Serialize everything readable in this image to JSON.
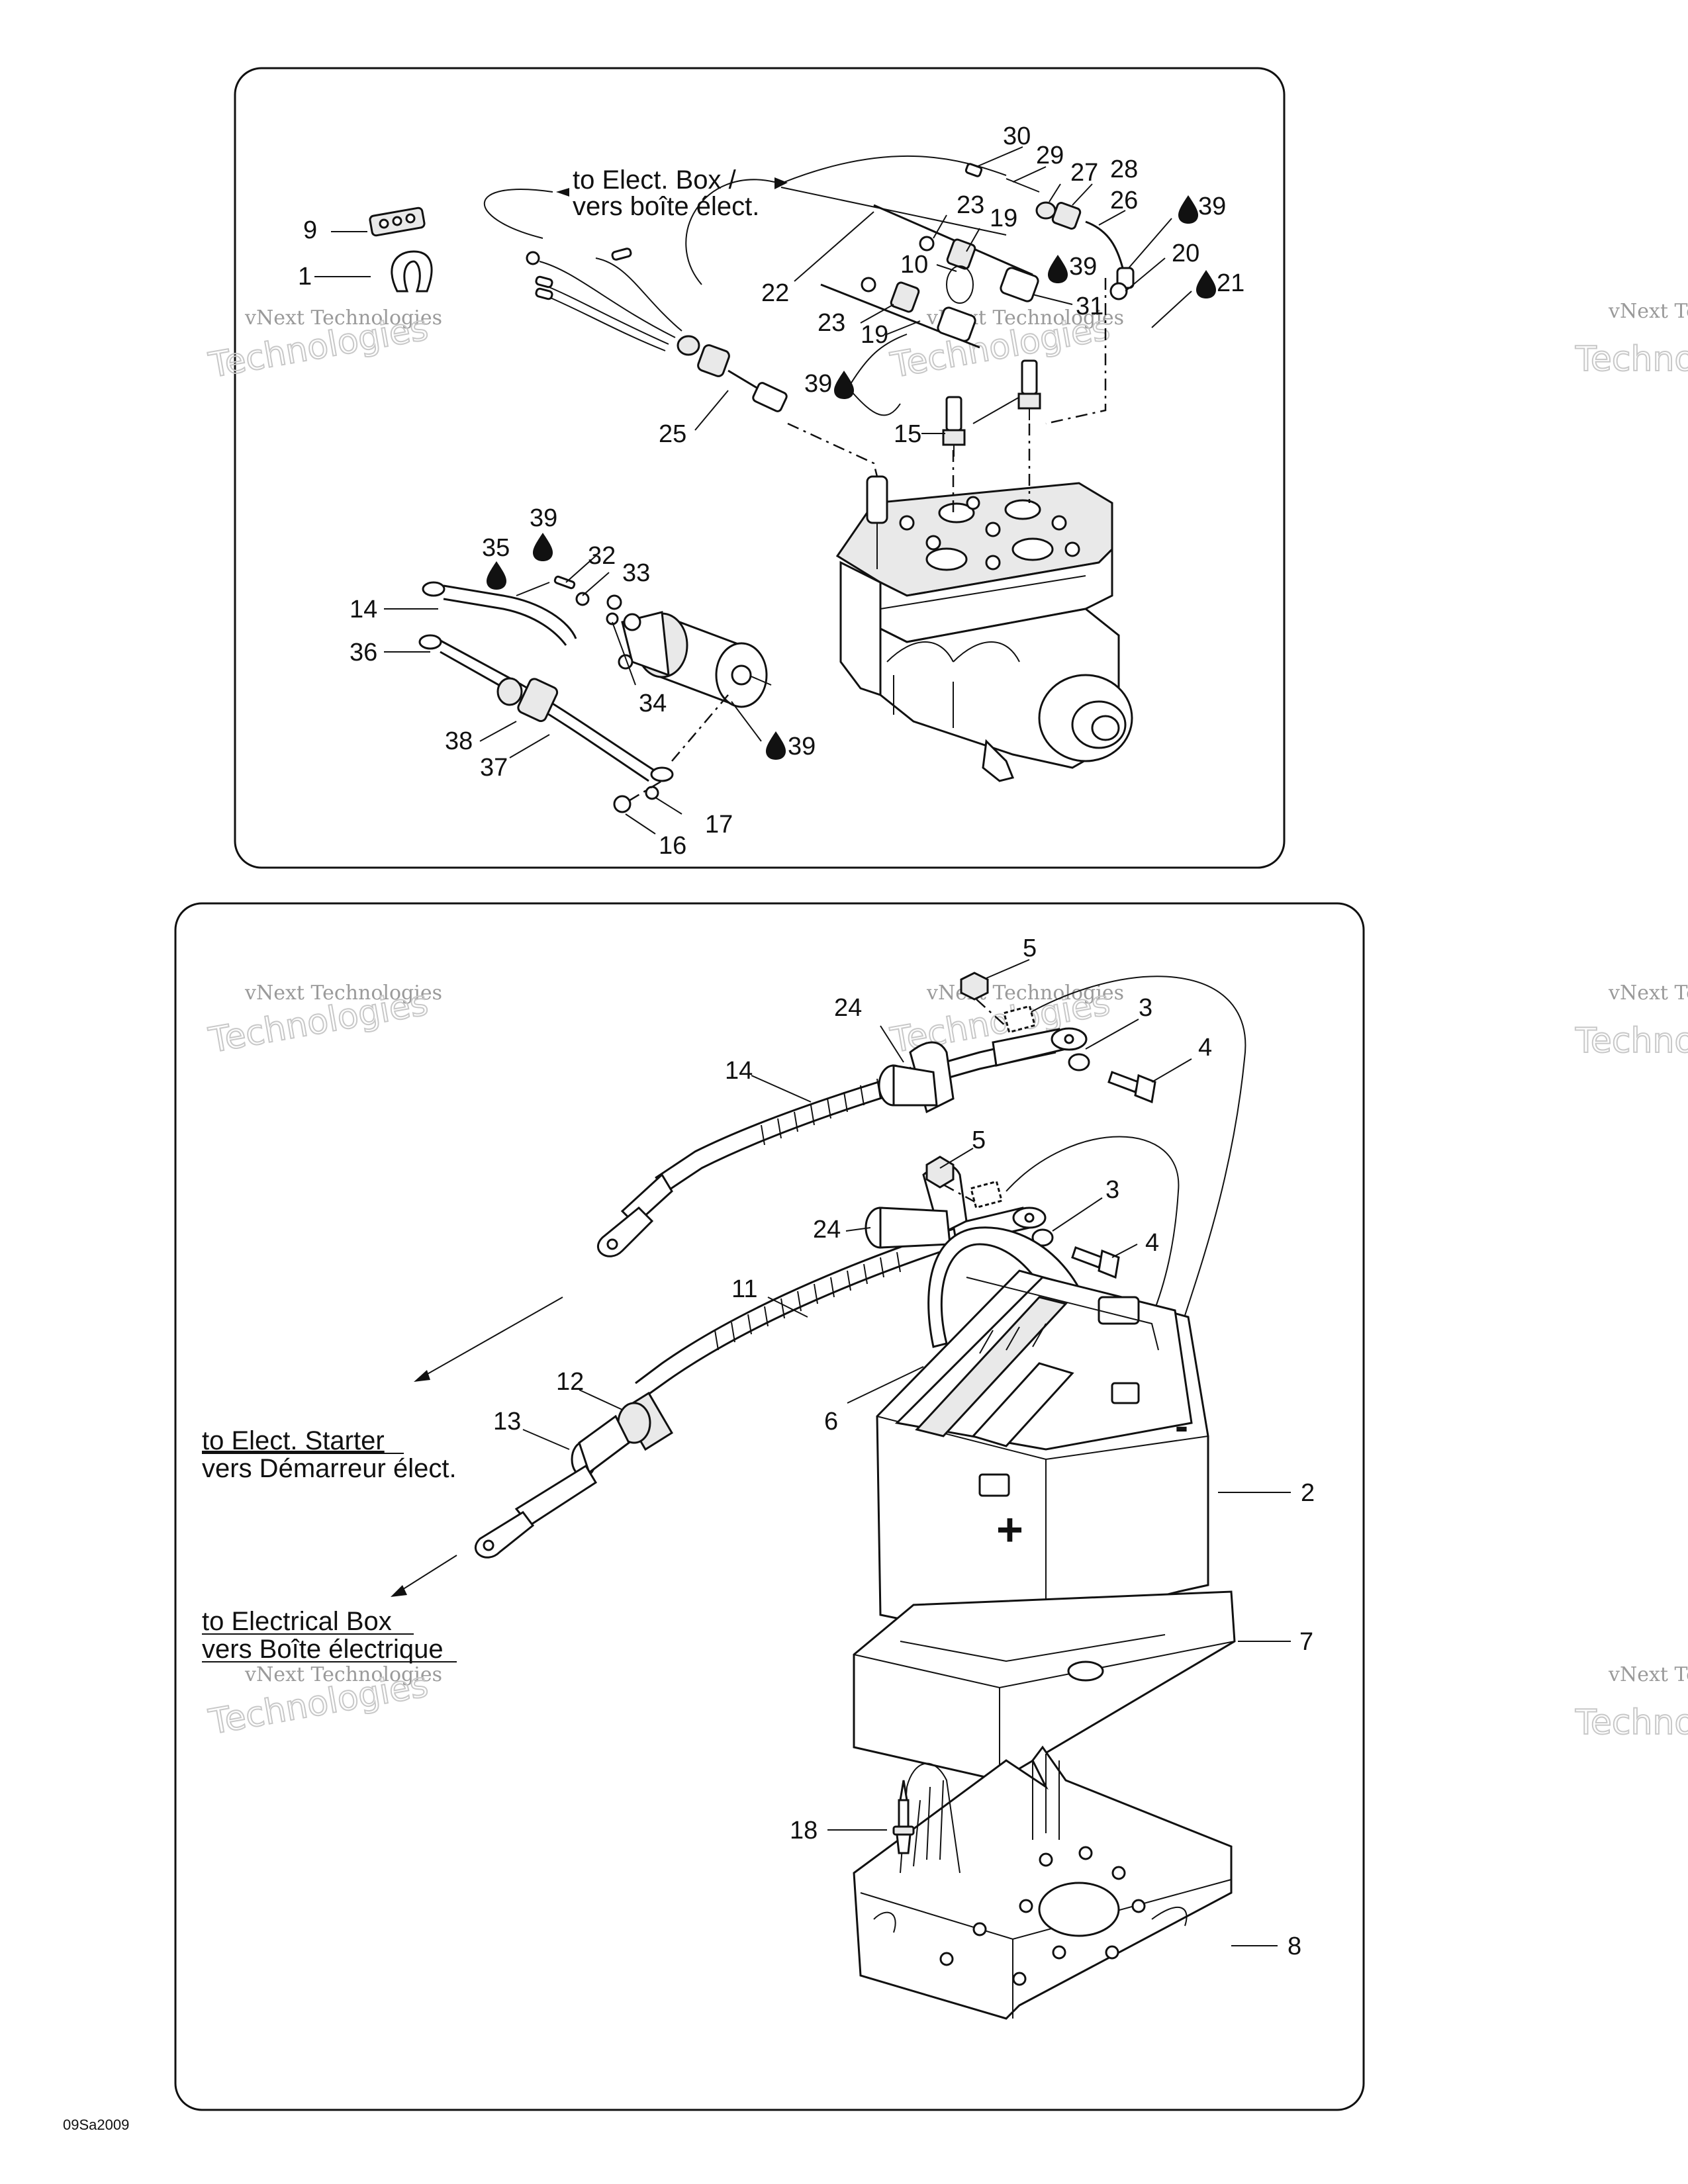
{
  "diagram_code": "09Sa2009",
  "watermark": {
    "line1": "vNext Technologies",
    "line2": "Technologies",
    "mark": "vNext"
  },
  "upper_panel": {
    "callouts": {
      "c30": "30",
      "c29": "29",
      "c27": "27",
      "c28": "28",
      "c26": "26",
      "c39a": "39",
      "c23a": "23",
      "c19a": "19",
      "c9": "9",
      "c1": "1",
      "c22": "22",
      "c10": "10",
      "c39b": "39",
      "c20": "20",
      "c21": "21",
      "c31": "31",
      "c23b": "23",
      "c19b": "19",
      "c39c": "39",
      "c15": "15",
      "c25": "25",
      "c39d": "39",
      "c35": "35",
      "c32": "32",
      "c33": "33",
      "c14": "14",
      "c36": "36",
      "c34": "34",
      "c38": "38",
      "c37": "37",
      "c39e": "39",
      "c17": "17",
      "c16": "16"
    },
    "note_line1": "to Elect. Box /",
    "note_line2": "vers boîte élect."
  },
  "lower_panel": {
    "callouts": {
      "c5a": "5",
      "c24a": "24",
      "c3a": "3",
      "c4a": "4",
      "c14": "14",
      "c5b": "5",
      "c3b": "3",
      "c24b": "24",
      "c4b": "4",
      "c11": "11",
      "c12": "12",
      "c13": "13",
      "c6": "6",
      "c2": "2",
      "c7": "7",
      "c18": "18",
      "c8": "8"
    },
    "starter_note_line1": "to Elect. Starter",
    "starter_note_line2": "vers Démarreur élect.",
    "box_note_line1": "to Electrical Box",
    "box_note_line2": "vers Boîte électrique",
    "plus_sign": "+",
    "minus_sign": "-"
  }
}
